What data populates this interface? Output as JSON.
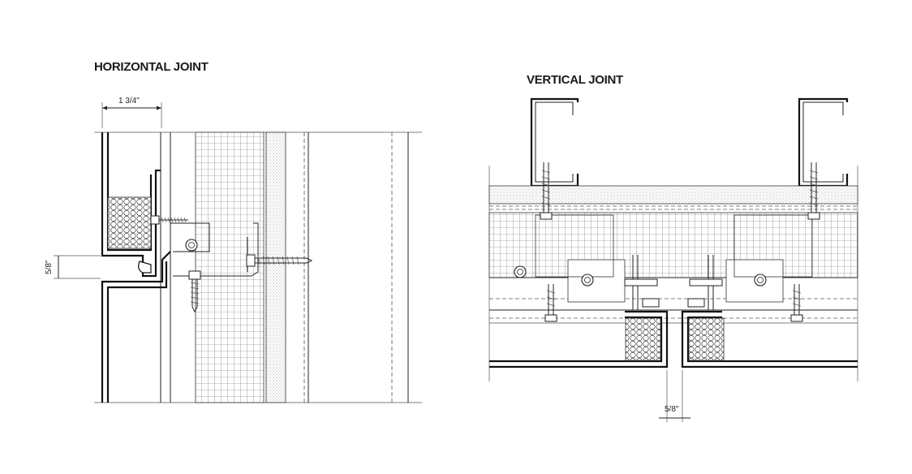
{
  "horizontal": {
    "title": "HORIZONTAL JOINT",
    "dim_width": "1 3/4\"",
    "dim_joint": "5/8\""
  },
  "vertical": {
    "title": "VERTICAL JOINT",
    "dim_joint": "5/8\""
  }
}
